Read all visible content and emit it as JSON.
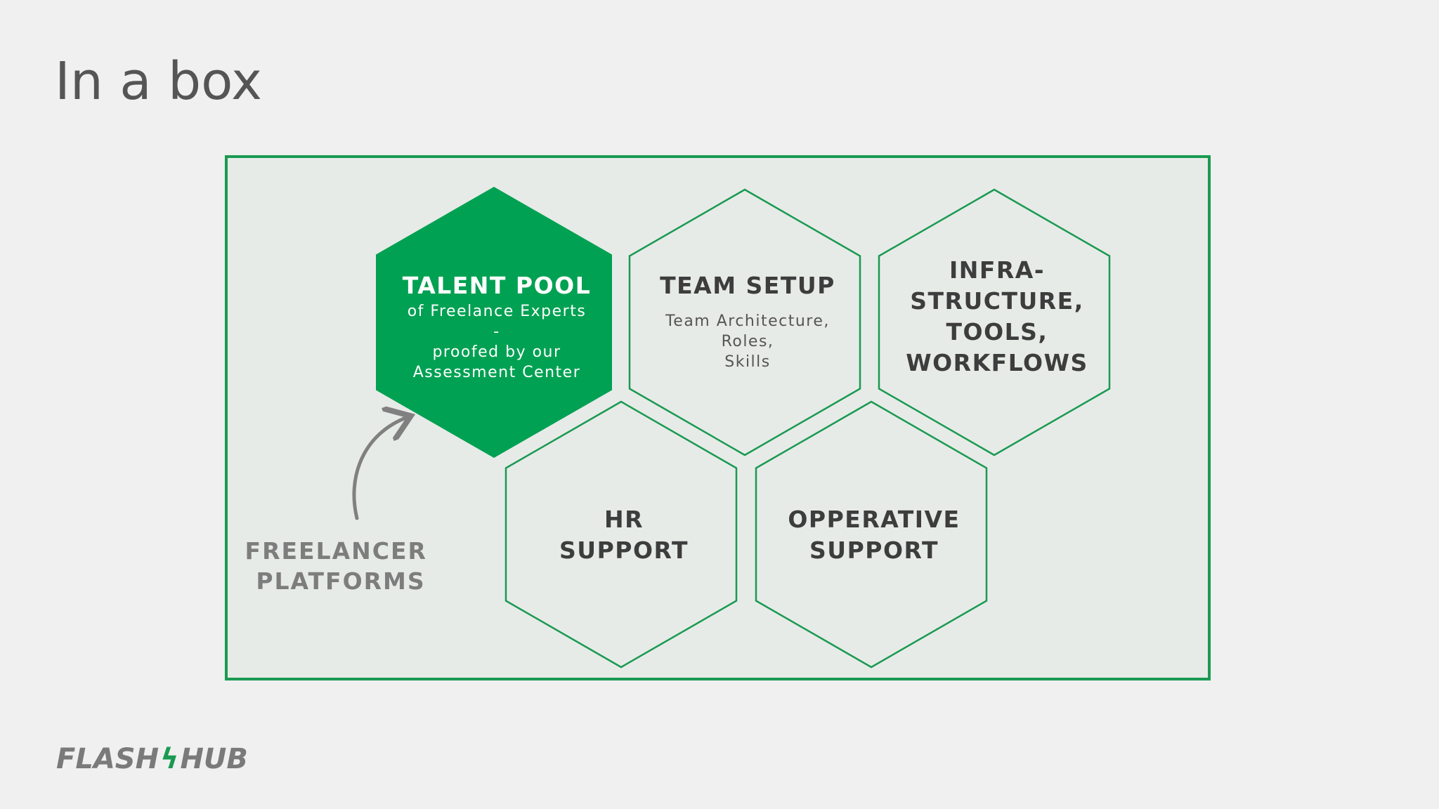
{
  "slide": {
    "title": "In a box"
  },
  "colors": {
    "accent": "#00a152",
    "stroke": "#1a9a52",
    "hex_text": "#3d3d3d",
    "muted_text": "#7d7d7d",
    "frame_bg": "#e7ebe8",
    "page_bg": "#f0f0f0"
  },
  "hexagons": [
    {
      "id": "talent-pool",
      "filled": true,
      "title_lines": [
        "TALENT POOL"
      ],
      "sub_lines": [
        "of Freelance Experts",
        "-",
        "proofed by our",
        "Assessment Center"
      ]
    },
    {
      "id": "team-setup",
      "filled": false,
      "title_lines": [
        "TEAM SETUP"
      ],
      "sub_lines": [
        "Team Architecture,",
        "Roles,",
        "Skills"
      ]
    },
    {
      "id": "infrastructure",
      "filled": false,
      "title_lines": [
        "INFRA-",
        "STRUCTURE,",
        "TOOLS,",
        "WORKFLOWS"
      ],
      "sub_lines": []
    },
    {
      "id": "hr-support",
      "filled": false,
      "title_lines": [
        "HR",
        "SUPPORT"
      ],
      "sub_lines": []
    },
    {
      "id": "opperative-support",
      "filled": false,
      "title_lines": [
        "OPPERATIVE",
        "SUPPORT"
      ],
      "sub_lines": []
    }
  ],
  "side_label": {
    "lines": [
      "FREELANCER",
      "PLATFORMS"
    ]
  },
  "logo": {
    "left": "FLASH",
    "bolt": "ϟ",
    "right": "HUB"
  }
}
